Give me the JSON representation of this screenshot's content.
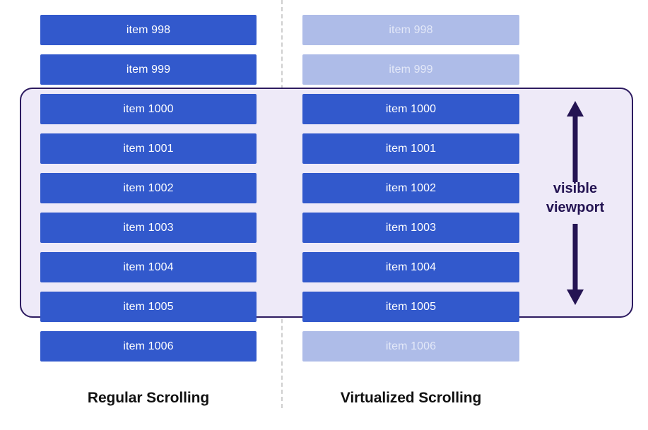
{
  "diagram": {
    "title": "Regular Scrolling vs Virtualized Scrolling",
    "colors": {
      "bar_solid": "#3259cc",
      "bar_faded": "#aebce8",
      "viewport_fill": "#eeeaf8",
      "viewport_border": "#2d1b60",
      "arrow": "#241453",
      "divider": "#cfcfcf",
      "caption": "#111111",
      "bar_text": "#ffffff"
    },
    "viewport": {
      "caption_line1": "visible",
      "caption_line2": "viewport",
      "arrow_up_name": "arrow-up-icon",
      "arrow_down_name": "arrow-down-icon",
      "first_visible_item": "item 1000",
      "last_visible_item": "item 1005",
      "visible_count": 6
    },
    "columns": [
      {
        "id": "regular",
        "caption": "Regular Scrolling",
        "items": [
          {
            "label": "item 998",
            "rendered": true,
            "in_viewport": false
          },
          {
            "label": "item 999",
            "rendered": true,
            "in_viewport": false
          },
          {
            "label": "item 1000",
            "rendered": true,
            "in_viewport": true
          },
          {
            "label": "item 1001",
            "rendered": true,
            "in_viewport": true
          },
          {
            "label": "item 1002",
            "rendered": true,
            "in_viewport": true
          },
          {
            "label": "item 1003",
            "rendered": true,
            "in_viewport": true
          },
          {
            "label": "item 1004",
            "rendered": true,
            "in_viewport": true
          },
          {
            "label": "item 1005",
            "rendered": true,
            "in_viewport": true
          },
          {
            "label": "item 1006",
            "rendered": true,
            "in_viewport": false
          }
        ]
      },
      {
        "id": "virtualized",
        "caption": "Virtualized Scrolling",
        "items": [
          {
            "label": "item 998",
            "rendered": false,
            "in_viewport": false
          },
          {
            "label": "item 999",
            "rendered": false,
            "in_viewport": false
          },
          {
            "label": "item 1000",
            "rendered": true,
            "in_viewport": true
          },
          {
            "label": "item 1001",
            "rendered": true,
            "in_viewport": true
          },
          {
            "label": "item 1002",
            "rendered": true,
            "in_viewport": true
          },
          {
            "label": "item 1003",
            "rendered": true,
            "in_viewport": true
          },
          {
            "label": "item 1004",
            "rendered": true,
            "in_viewport": true
          },
          {
            "label": "item 1005",
            "rendered": true,
            "in_viewport": true
          },
          {
            "label": "item 1006",
            "rendered": false,
            "in_viewport": false
          }
        ]
      }
    ]
  }
}
